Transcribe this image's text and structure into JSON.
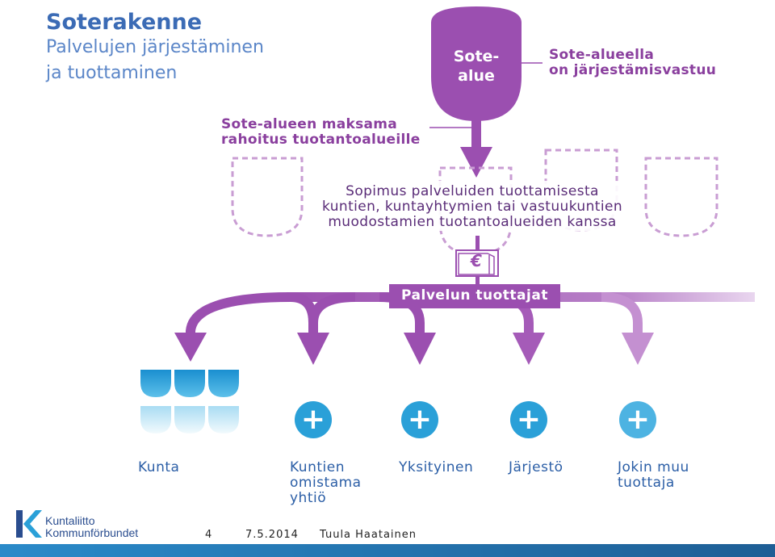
{
  "header": {
    "title": "Soterakenne",
    "subtitle_line1": "Palvelujen järjestäminen",
    "subtitle_line2": "ja tuottaminen"
  },
  "sote_blob": {
    "line1": "Sote-",
    "line2": "alue"
  },
  "responsibility": {
    "line1": "Sote-alueella",
    "line2": "on järjestämisvastuu"
  },
  "funding": {
    "line1": "Sote-alueen maksama",
    "line2": "rahoitus tuotantoalueille"
  },
  "contract": {
    "line1": "Sopimus palveluiden tuottamisesta",
    "line2": "kuntien, kuntayhtymien tai vastuukuntien",
    "line3": "muodostamien tuotantoalueiden kanssa"
  },
  "money_icon": {
    "symbol": "€",
    "icon": "euro-book-icon"
  },
  "producers_box": {
    "label": "Palvelun tuottajat"
  },
  "providers": [
    {
      "line1": "Kunta",
      "line2": "",
      "line3": ""
    },
    {
      "line1": "Kuntien",
      "line2": "omistama",
      "line3": "yhtiö"
    },
    {
      "line1": "Yksityinen",
      "line2": "",
      "line3": ""
    },
    {
      "line1": "Järjestö",
      "line2": "",
      "line3": ""
    },
    {
      "line1": "Jokin muu",
      "line2": "tuottaja",
      "line3": ""
    }
  ],
  "plus_icon": {
    "symbol": "+"
  },
  "logo": {
    "line1": "Kuntaliitto",
    "line2": "Kommunförbundet"
  },
  "footer": {
    "page": "4",
    "date": "7.5.2014",
    "author": "Tuula Haatainen"
  },
  "colors": {
    "purple": "#9b4fb0",
    "dashed": "#c89bd2",
    "blue": "#2b5ea6",
    "light_blue": "#2aa0d8",
    "footer_bar": "#1f6fa8"
  }
}
